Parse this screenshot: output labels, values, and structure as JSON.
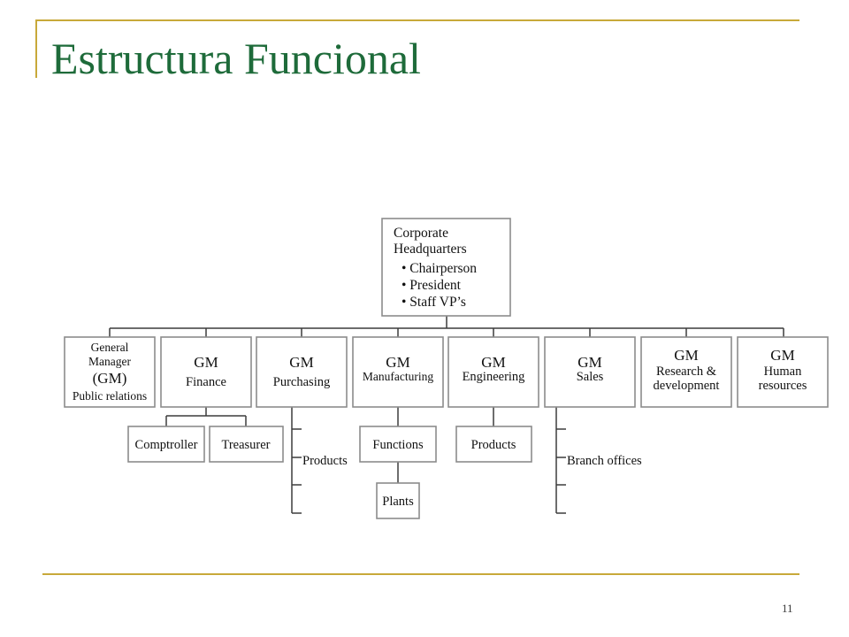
{
  "slide": {
    "title": "Estructura Funcional",
    "page_number": "11",
    "accent_color": "#c8a93a",
    "title_color": "#1e6b3a"
  },
  "org": {
    "headquarters": {
      "title_line1": "Corporate",
      "title_line2": "Headquarters",
      "bullets": [
        "• Chairperson",
        "• President",
        "• Staff VP’s"
      ]
    },
    "units": [
      {
        "lines": [
          "General",
          "Manager",
          "(GM)",
          "Public relations"
        ]
      },
      {
        "lines": [
          "GM",
          "Finance"
        ]
      },
      {
        "lines": [
          "GM",
          "Purchasing"
        ]
      },
      {
        "lines": [
          "GM",
          "Manufacturing"
        ]
      },
      {
        "lines": [
          "GM",
          "Engineering"
        ]
      },
      {
        "lines": [
          "GM",
          "Sales"
        ]
      },
      {
        "lines": [
          "GM",
          "Research &",
          "development"
        ]
      },
      {
        "lines": [
          "GM",
          "Human",
          "resources"
        ]
      }
    ],
    "sub_units": {
      "finance": [
        "Comptroller",
        "Treasurer"
      ],
      "purchasing_label": "Products",
      "manufacturing": [
        "Functions",
        "Plants"
      ],
      "engineering": [
        "Products"
      ],
      "sales_label": "Branch offices"
    }
  }
}
